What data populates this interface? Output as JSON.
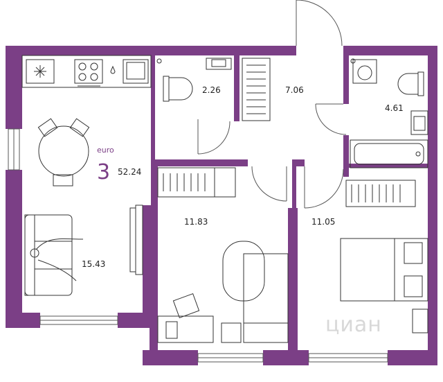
{
  "plan": {
    "type_label": "euro",
    "room_count": "3",
    "total_area": "52.24",
    "watermark": "циан",
    "wall_color": "#7b3f86",
    "line_color": "#333333"
  },
  "rooms": [
    {
      "id": "kitchen-living",
      "area": "15.43"
    },
    {
      "id": "bathroom-small",
      "area": "2.26"
    },
    {
      "id": "hallway",
      "area": "7.06"
    },
    {
      "id": "bathroom-large",
      "area": "4.61"
    },
    {
      "id": "bedroom-1",
      "area": "11.83"
    },
    {
      "id": "bedroom-2",
      "area": "11.05"
    }
  ]
}
